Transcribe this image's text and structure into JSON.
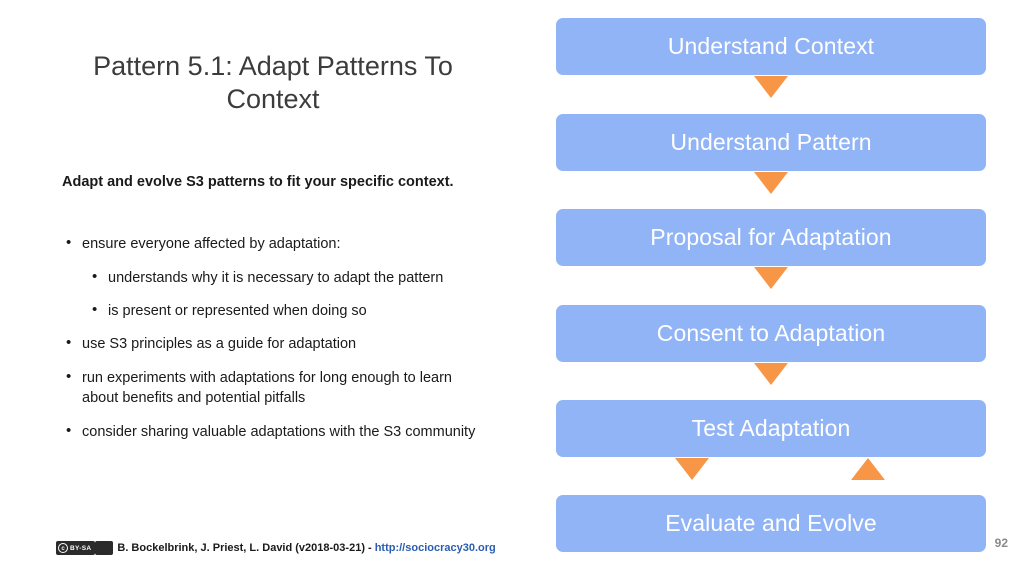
{
  "slide": {
    "title": "Pattern 5.1: Adapt Patterns To Context",
    "lead": "Adapt and evolve S3 patterns to fit your specific context.",
    "bullets": [
      {
        "level": 1,
        "text": "ensure everyone affected by adaptation:"
      },
      {
        "level": 2,
        "text": "understands why it is necessary to adapt the pattern"
      },
      {
        "level": 2,
        "text": "is present or represented when doing so"
      },
      {
        "level": 1,
        "text": "use S3 principles as a guide for adaptation"
      },
      {
        "level": 1,
        "text": "run experiments with adaptations for long enough to learn about benefits and potential pitfalls"
      },
      {
        "level": 1,
        "text": "consider sharing valuable adaptations with the S3 community"
      }
    ],
    "page_number": "92"
  },
  "footer": {
    "license_badge": "CC",
    "license_terms": "BY-SA",
    "credit": "B. Bockelbrink, J. Priest, L. David (v2018-03-21) -",
    "link": "http://sociocracy30.org",
    "link_color": "#2a5db0"
  },
  "flow": {
    "box_color": "#91b4f7",
    "arrow_color": "#f79646",
    "steps": [
      {
        "label": "Understand Context"
      },
      {
        "label": "Understand Pattern"
      },
      {
        "label": "Proposal for Adaptation"
      },
      {
        "label": "Consent to Adaptation"
      },
      {
        "label": "Test Adaptation"
      },
      {
        "label": "Evaluate and Evolve"
      }
    ]
  }
}
